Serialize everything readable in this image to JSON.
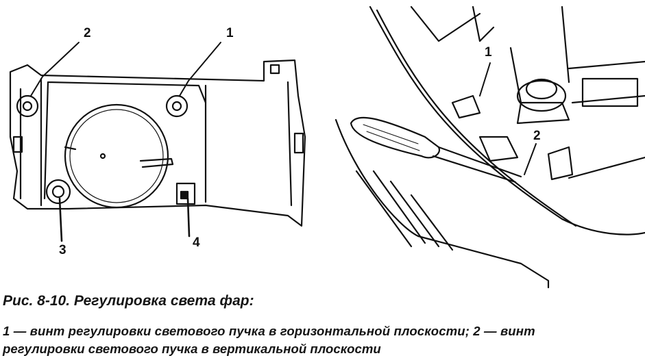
{
  "figure": {
    "left_labels": [
      "2",
      "1",
      "3",
      "4"
    ],
    "right_labels": [
      "1",
      "2"
    ]
  },
  "caption": {
    "title": "Рис. 8-10. Регулировка света фар:",
    "line1": "1 — винт регулировки светового пучка в горизонтальной плоскости; 2 — винт",
    "line2": "регулировки светового пучка в вертикальной плоскости"
  }
}
